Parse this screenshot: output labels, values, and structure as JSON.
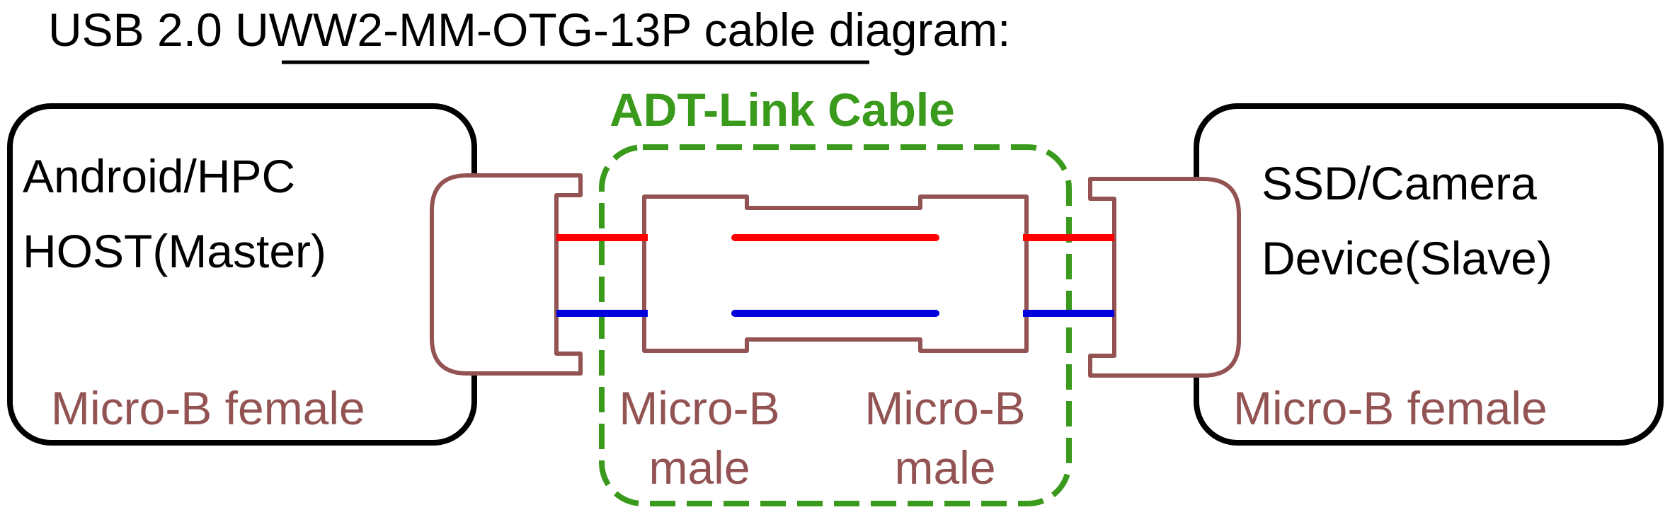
{
  "title": {
    "prefix": "USB 2.0 ",
    "model": "UWW2-MM-OTG-13P",
    "suffix": " cable diagram:"
  },
  "host": {
    "line1": "Android/HPC",
    "line2": "HOST(Master)",
    "connector": "Micro-B female"
  },
  "device": {
    "line1": "SSD/Camera",
    "line2": "Device(Slave)",
    "connector": "Micro-B female"
  },
  "cable": {
    "title": "ADT-Link Cable",
    "left_plug": {
      "line1": "Micro-B",
      "line2": "male"
    },
    "right_plug": {
      "line1": "Micro-B",
      "line2": "male"
    }
  },
  "colors": {
    "box_outline": "#000000",
    "connector": "#935353",
    "cable_group": "#3a9a1b",
    "wire_red": "#ff0000",
    "wire_blue": "#0000dd"
  }
}
